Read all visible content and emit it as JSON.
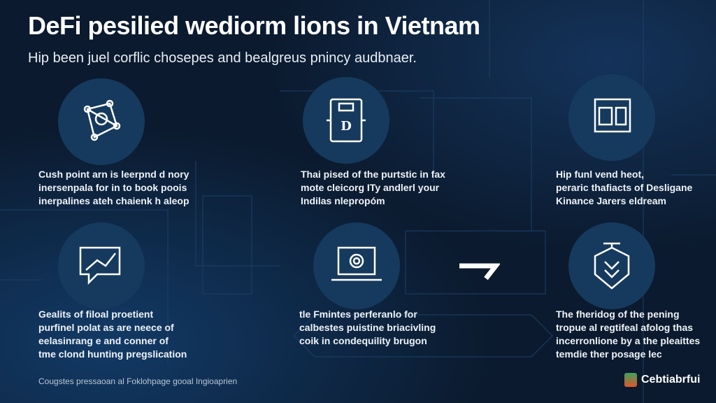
{
  "header": {
    "title": "DeFi pesilied wediorm lions in Vietnam",
    "subtitle": "Hip been juel corflic chosepes and bealgreus pnincy audbnaer."
  },
  "cards": [
    {
      "icon": "network-nodes-icon",
      "lines": [
        "Cush point arn is leerpnd d nory",
        "inersenpala for in to book poois",
        "inerpalines ateh chaienk h aleop"
      ]
    },
    {
      "icon": "document-d-icon",
      "lines": [
        "Thai pised of the purtstic in fax",
        "mote cleicorg ITy andlerl your",
        "Indilas nlepropóm"
      ]
    },
    {
      "icon": "dashboard-windows-icon",
      "lines": [
        "Hip funl vend heot,",
        "peraric thafiacts of Desligane",
        "Kinance Jarers eldream"
      ]
    },
    {
      "icon": "chat-chart-icon",
      "lines": [
        "Gealits of filoal proetient",
        "purfinel polat as are neece of",
        "eelasinrang e and conner of",
        "tme clond hunting pregslication"
      ]
    },
    {
      "icon": "laptop-coin-icon",
      "lines": [
        "tle Fmintes perferanlo for",
        "calbestes puistine briacivling",
        "coik in condequility brugon"
      ]
    },
    {
      "icon": "shield-chevron-icon",
      "lines": [
        "The fheridog of the pening",
        "tropue al regtifeal afolog thas",
        "incerronlione by a the pleaittes",
        "temdie ther posage lec"
      ]
    }
  ],
  "footer": {
    "text": "Cougstes pressaoan al Foklohpage gooal Ingioaprien"
  },
  "brand": {
    "name": "Cebtiabrfui"
  }
}
